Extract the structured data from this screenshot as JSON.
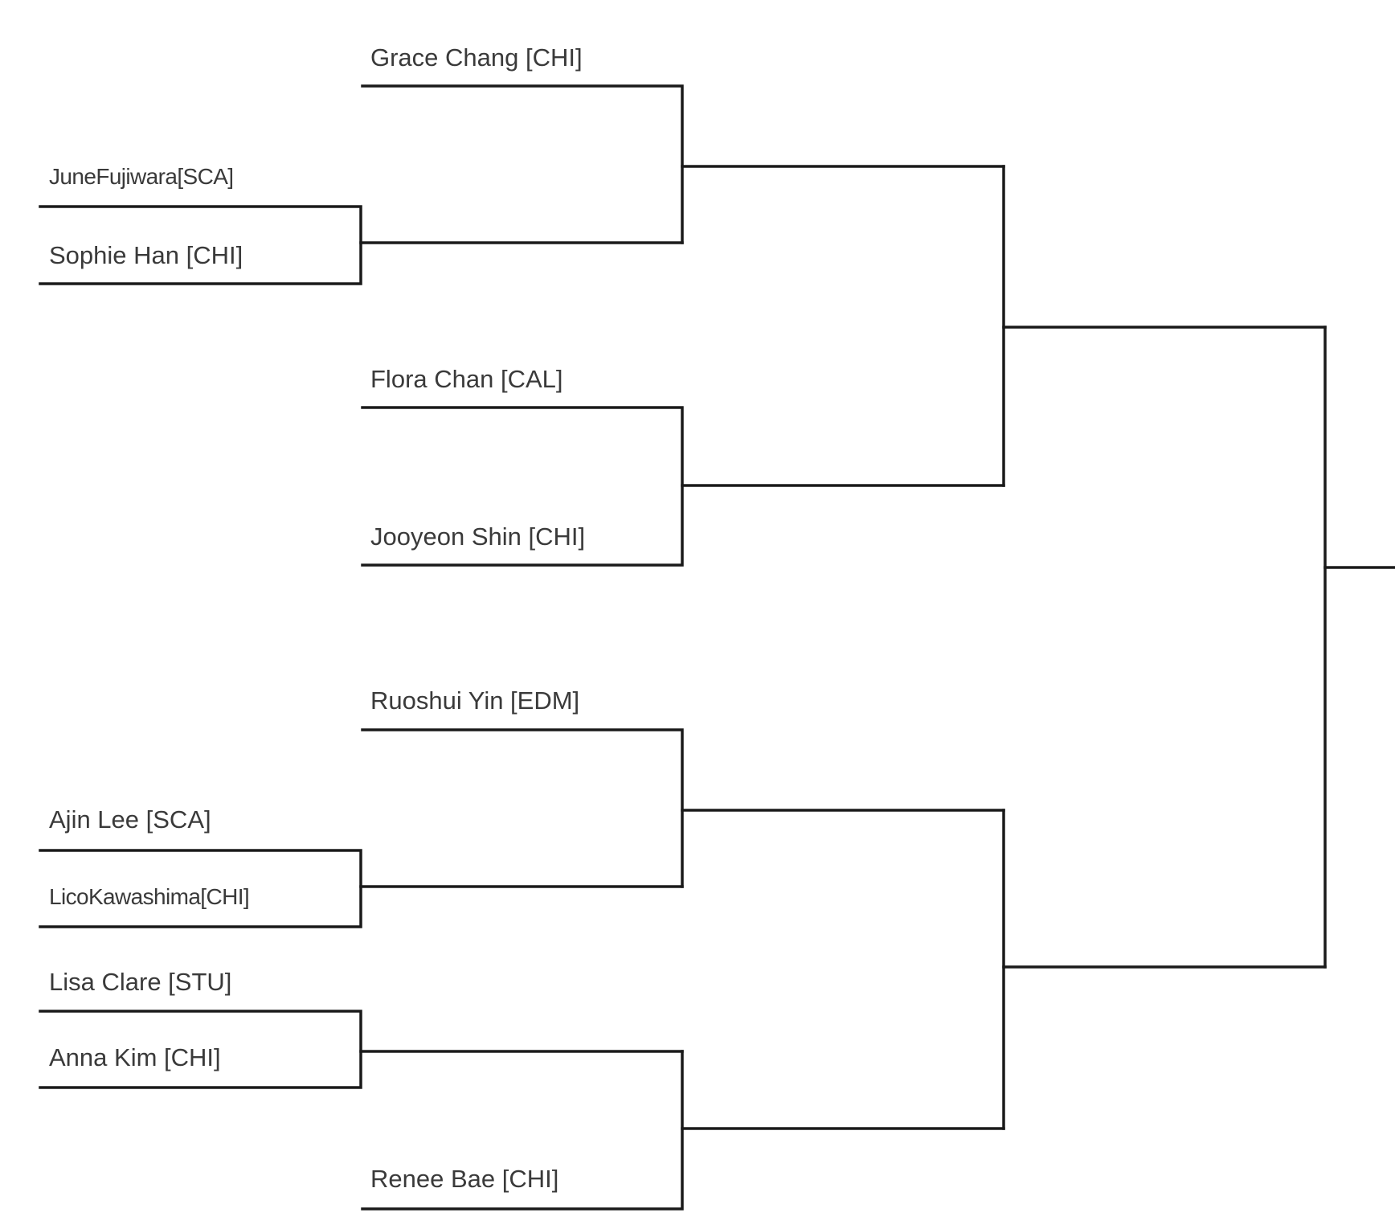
{
  "bracket": {
    "players": {
      "p1": "Grace Chang [CHI]",
      "p2": "JuneFujiwara[SCA]",
      "p3": "Sophie Han [CHI]",
      "p4": "Flora Chan [CAL]",
      "p5": "Jooyeon Shin [CHI]",
      "p6": "Ruoshui Yin [EDM]",
      "p7": "Ajin Lee [SCA]",
      "p8": "LicoKawashima[CHI]",
      "p9": "Lisa Clare [STU]",
      "p10": "Anna Kim [CHI]",
      "p11": "Renee Bae [CHI]"
    }
  }
}
